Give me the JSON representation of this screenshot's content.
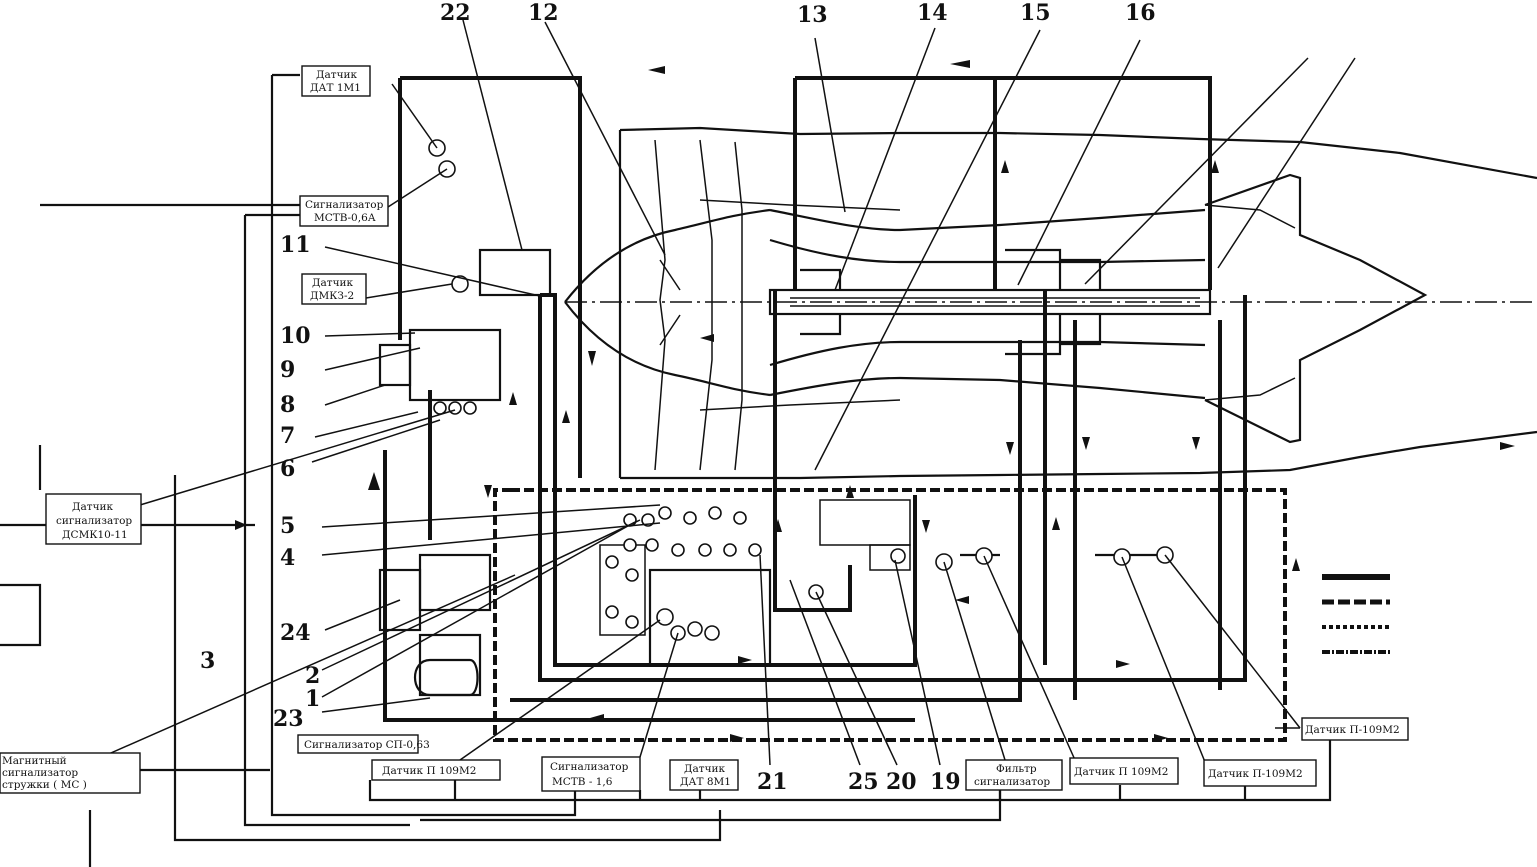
{
  "labels": {
    "n22": "22",
    "n12": "12",
    "n13": "13",
    "n14": "14",
    "n15": "15",
    "n16": "16",
    "n11": "11",
    "n10": "10",
    "n9": "9",
    "n8": "8",
    "n7": "7",
    "n6": "6",
    "n5": "5",
    "n4": "4",
    "n24": "24",
    "n3": "3",
    "n2": "2",
    "n1": "1",
    "n23": "23",
    "n21": "21",
    "n25": "25",
    "n20": "20",
    "n19": "19"
  },
  "boxes": {
    "dat1m1": [
      "Датчик",
      "ДАТ 1М1"
    ],
    "mstv": [
      "Сигнализатор",
      "МСТВ-0,6А"
    ],
    "dmk": [
      "Датчик",
      "ДМКЗ-2"
    ],
    "dsmk": [
      "Датчик",
      "сигнализатор",
      "ДСМК10-11"
    ],
    "ms": [
      "Магнитный",
      "сигнализатор",
      "стружки  ( МС )"
    ],
    "sp": [
      "Сигнализатор СП-0,63"
    ],
    "p109_a": [
      "Датчик П 109М2"
    ],
    "mstv16": [
      "Сигнализатор",
      "МСТВ - 1,6"
    ],
    "dat8m1": [
      "Датчик",
      "ДАТ 8М1"
    ],
    "filter": [
      "Фильтр",
      "сигнализатор"
    ],
    "p109_b": [
      "Датчик П 109М2"
    ],
    "p109_c": [
      "Датчик П-109М2"
    ],
    "p109_d": [
      "Датчик П-109М2"
    ]
  }
}
